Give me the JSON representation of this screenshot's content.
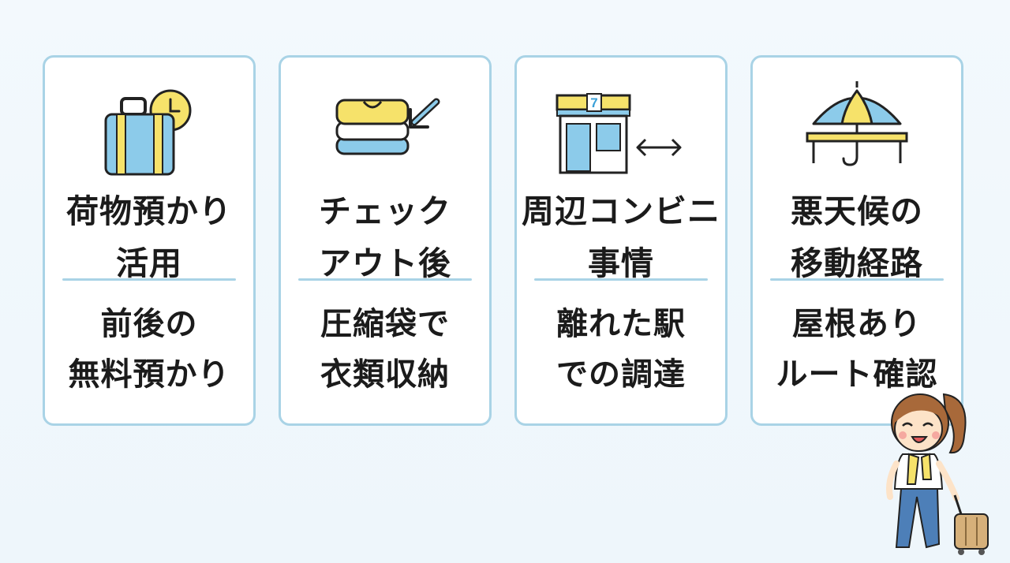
{
  "cards": [
    {
      "title_line1": "荷物預かり",
      "title_line2": "活用",
      "desc_line1": "前後の",
      "desc_line2": "無料預かり",
      "icon": "suitcase-clock-icon"
    },
    {
      "title_line1": "チェック",
      "title_line2": "アウト後",
      "desc_line1": "圧縮袋で",
      "desc_line2": "衣類収納",
      "icon": "folded-clothes-icon"
    },
    {
      "title_line1": "周辺コンビニ",
      "title_line2": "事情",
      "desc_line1": "離れた駅",
      "desc_line2": "での調達",
      "icon": "convenience-store-icon",
      "store_sign": "7"
    },
    {
      "title_line1": "悪天候の",
      "title_line2": "移動経路",
      "desc_line1": "屋根あり",
      "desc_line2": "ルート確認",
      "icon": "umbrella-shelter-icon"
    }
  ],
  "colors": {
    "accent_blue": "#8ccbea",
    "accent_yellow": "#f6e26a",
    "border": "#a9d3e6",
    "text": "#1b1b1b"
  },
  "mascot_icon": "traveler-girl-icon"
}
